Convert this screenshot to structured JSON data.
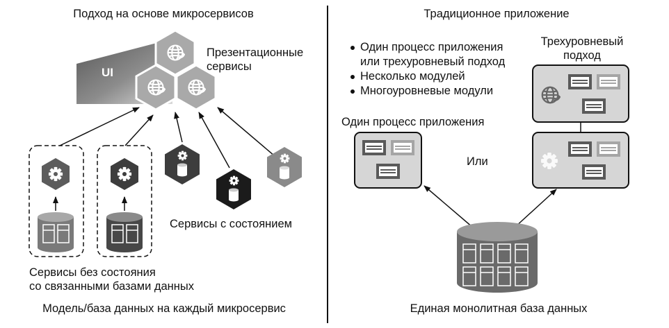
{
  "left_panel": {
    "title": "Подход на основе микросервисов",
    "ui_label": "UI",
    "presentation_label": [
      "Презентационные",
      "сервисы"
    ],
    "stateful_label": "Сервисы с состоянием",
    "stateless_label": [
      "Сервисы без состояния",
      "со связанными базами данных"
    ],
    "footer": "Модель/база данных на каждый микросервис"
  },
  "right_panel": {
    "title": "Традиционное приложение",
    "bullets": [
      "Один процесс приложения",
      "или трехуровневый подход",
      "Несколько модулей",
      "Многоуровневые модули"
    ],
    "single_process_label": "Один процесс приложения",
    "three_tier_label": [
      "Трехуровневый",
      "подход"
    ],
    "or_label": "Или",
    "footer": "Единая монолитная база данных"
  },
  "colors": {
    "ui_box": "#707070",
    "presentation_hex": "#a9a9a9",
    "service_hex": "#5c5c5c",
    "dark_hex": "#1b1b1b",
    "light_hex": "#8a8a8a",
    "tier_box": "#d6d6d6",
    "module_dark": "#5a5a5a",
    "module_light": "#a5a5a5",
    "monolith_db": "#6a6a6a"
  },
  "icons": [
    "globe-icon",
    "gear-icon",
    "database-icon",
    "module-icon",
    "arrow"
  ]
}
